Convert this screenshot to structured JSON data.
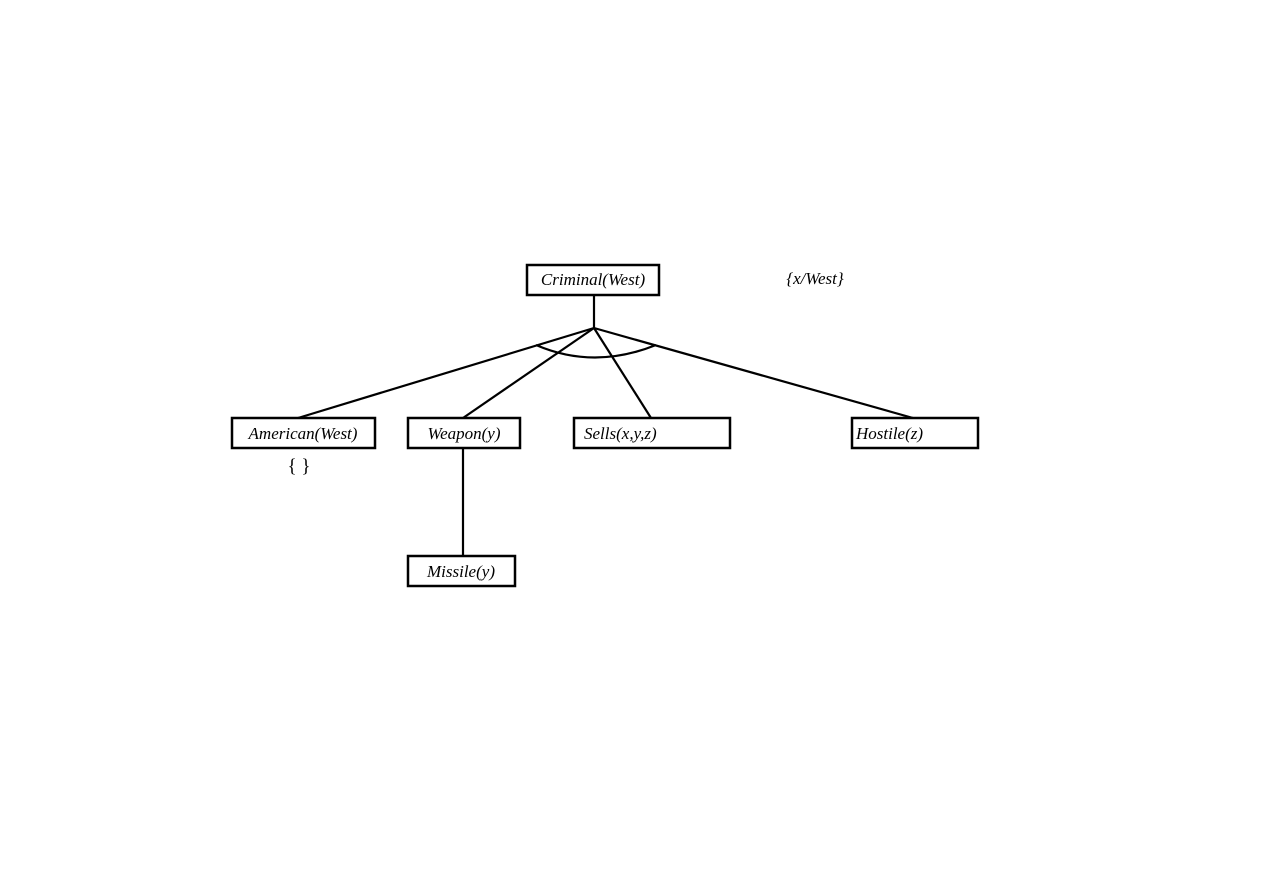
{
  "diagram": {
    "root": {
      "label": "Criminal(West)"
    },
    "root_substitution": "{x/West}",
    "conjuncts": [
      {
        "id": "american",
        "label": "American(West)",
        "substitution": "{ }"
      },
      {
        "id": "weapon",
        "label": "Weapon(y)"
      },
      {
        "id": "sells",
        "label": "Sells(x,y,z)"
      },
      {
        "id": "hostile",
        "label": "Hostile(z)"
      }
    ],
    "subgoals": [
      {
        "id": "missile",
        "label": "Missile(y)",
        "parent": "weapon"
      }
    ]
  }
}
